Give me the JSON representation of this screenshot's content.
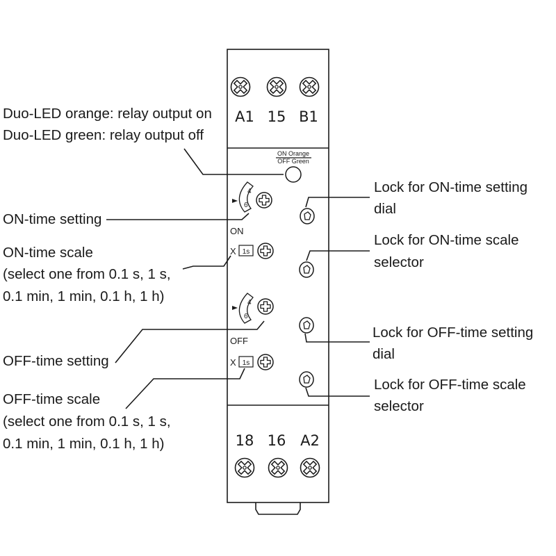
{
  "terminals": {
    "top": [
      "A1",
      "15",
      "B1"
    ],
    "bottom": [
      "18",
      "16",
      "A2"
    ]
  },
  "led_legend": {
    "on": "ON Orange",
    "off": "OFF Green"
  },
  "panel": {
    "on_label": "ON",
    "off_label": "OFF",
    "scale_prefix": "X",
    "scale_value": "1s",
    "dial_top": "4",
    "dial_bottom": "6"
  },
  "callouts_left": {
    "led_line1": "Duo-LED orange: relay output on",
    "led_line2": "Duo-LED green: relay output off",
    "on_setting": "ON-time setting",
    "on_scale_line1": "ON-time scale",
    "on_scale_line2": "(select one from 0.1 s, 1 s,",
    "on_scale_line3": "0.1 min, 1 min, 0.1 h, 1 h)",
    "off_setting": "OFF-time setting",
    "off_scale_line1": "OFF-time scale",
    "off_scale_line2": "(select one from 0.1 s, 1 s,",
    "off_scale_line3": "0.1 min, 1 min, 0.1 h, 1 h)"
  },
  "callouts_right": {
    "lock_on_setting_line1": "Lock for ON-time setting",
    "lock_on_setting_line2": "dial",
    "lock_on_scale_line1": "Lock for ON-time scale",
    "lock_on_scale_line2": "selector",
    "lock_off_setting_line1": "Lock for OFF-time setting",
    "lock_off_setting_line2": "dial",
    "lock_off_scale_line1": "Lock for OFF-time scale",
    "lock_off_scale_line2": "selector"
  }
}
